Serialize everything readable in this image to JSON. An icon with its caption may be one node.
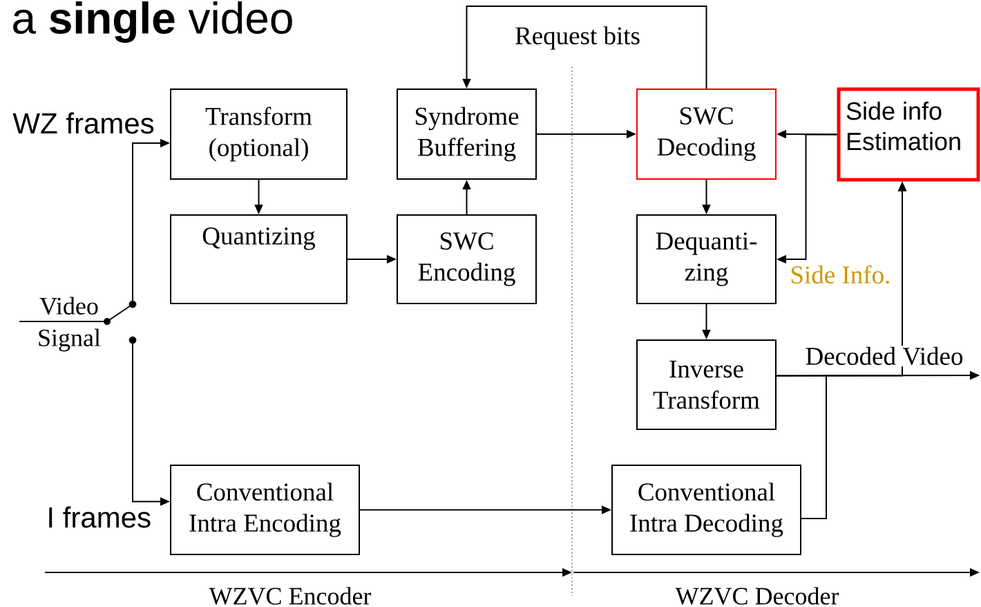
{
  "diagram": {
    "title": "a **single** video",
    "nodes": [
      {
        "text": [
          "Transform (optional)"
        ]
      },
      {
        "text": [
          "Syndrome Buffering"
        ]
      },
      {
        "text": [
          "SWC Decoding"
        ]
      },
      {
        "text": [
          "Side info Estimation"
        ]
      },
      {
        "text": [
          "Quantizing"
        ]
      },
      {
        "text": [
          "SWC Encoding"
        ]
      },
      {
        "text": [
          "Dequanti- zing"
        ]
      },
      {
        "text": [
          "Inverse Transform"
        ]
      },
      {
        "text": [
          "Conventional Intra Encoding"
        ]
      },
      {
        "text": [
          "Conventional Intra Decoding"
        ]
      },
      {
        "text": [],
        "shape": "circle"
      },
      {
        "text": [],
        "shape": "circle"
      }
    ],
    "edges": [
      {
        "from": 10,
        "to": 0,
        "arrow": "to"
      },
      {
        "from": 11,
        "to": 8,
        "arrow": "to"
      },
      {
        "from": 0,
        "to": 4,
        "arrow": "to"
      },
      {
        "from": 4,
        "to": 5,
        "arrow": "to"
      },
      {
        "from": 5,
        "to": 1,
        "arrow": "to"
      },
      {
        "from": 1,
        "to": 2,
        "arrow": "to"
      },
      {
        "from": 2,
        "to": 1,
        "arrow": "to",
        "label": "Request bits"
      },
      {
        "from": 3,
        "to": 2,
        "arrow": "to"
      },
      {
        "from": 3,
        "to": 6,
        "arrow": "to",
        "label": "Side Info."
      },
      {
        "from": 2,
        "to": 6,
        "arrow": "to"
      },
      {
        "from": 6,
        "to": 7,
        "arrow": "to"
      },
      {
        "from": 7,
        "to": 3,
        "arrow": "to"
      },
      {
        "from": 7,
        "to": null,
        "arrow": "to",
        "label": "Decoded Video"
      },
      {
        "from": 8,
        "to": 9,
        "arrow": "to"
      },
      {
        "from": 9,
        "to": 3,
        "arrow": "to"
      },
      {
        "from": 9,
        "to": null,
        "arrow": "to"
      }
    ],
    "labels": [
      "WZ frames",
      "Video Signal",
      "I frames",
      "WZVC Encoder",
      "WZVC Decoder"
    ]
  }
}
